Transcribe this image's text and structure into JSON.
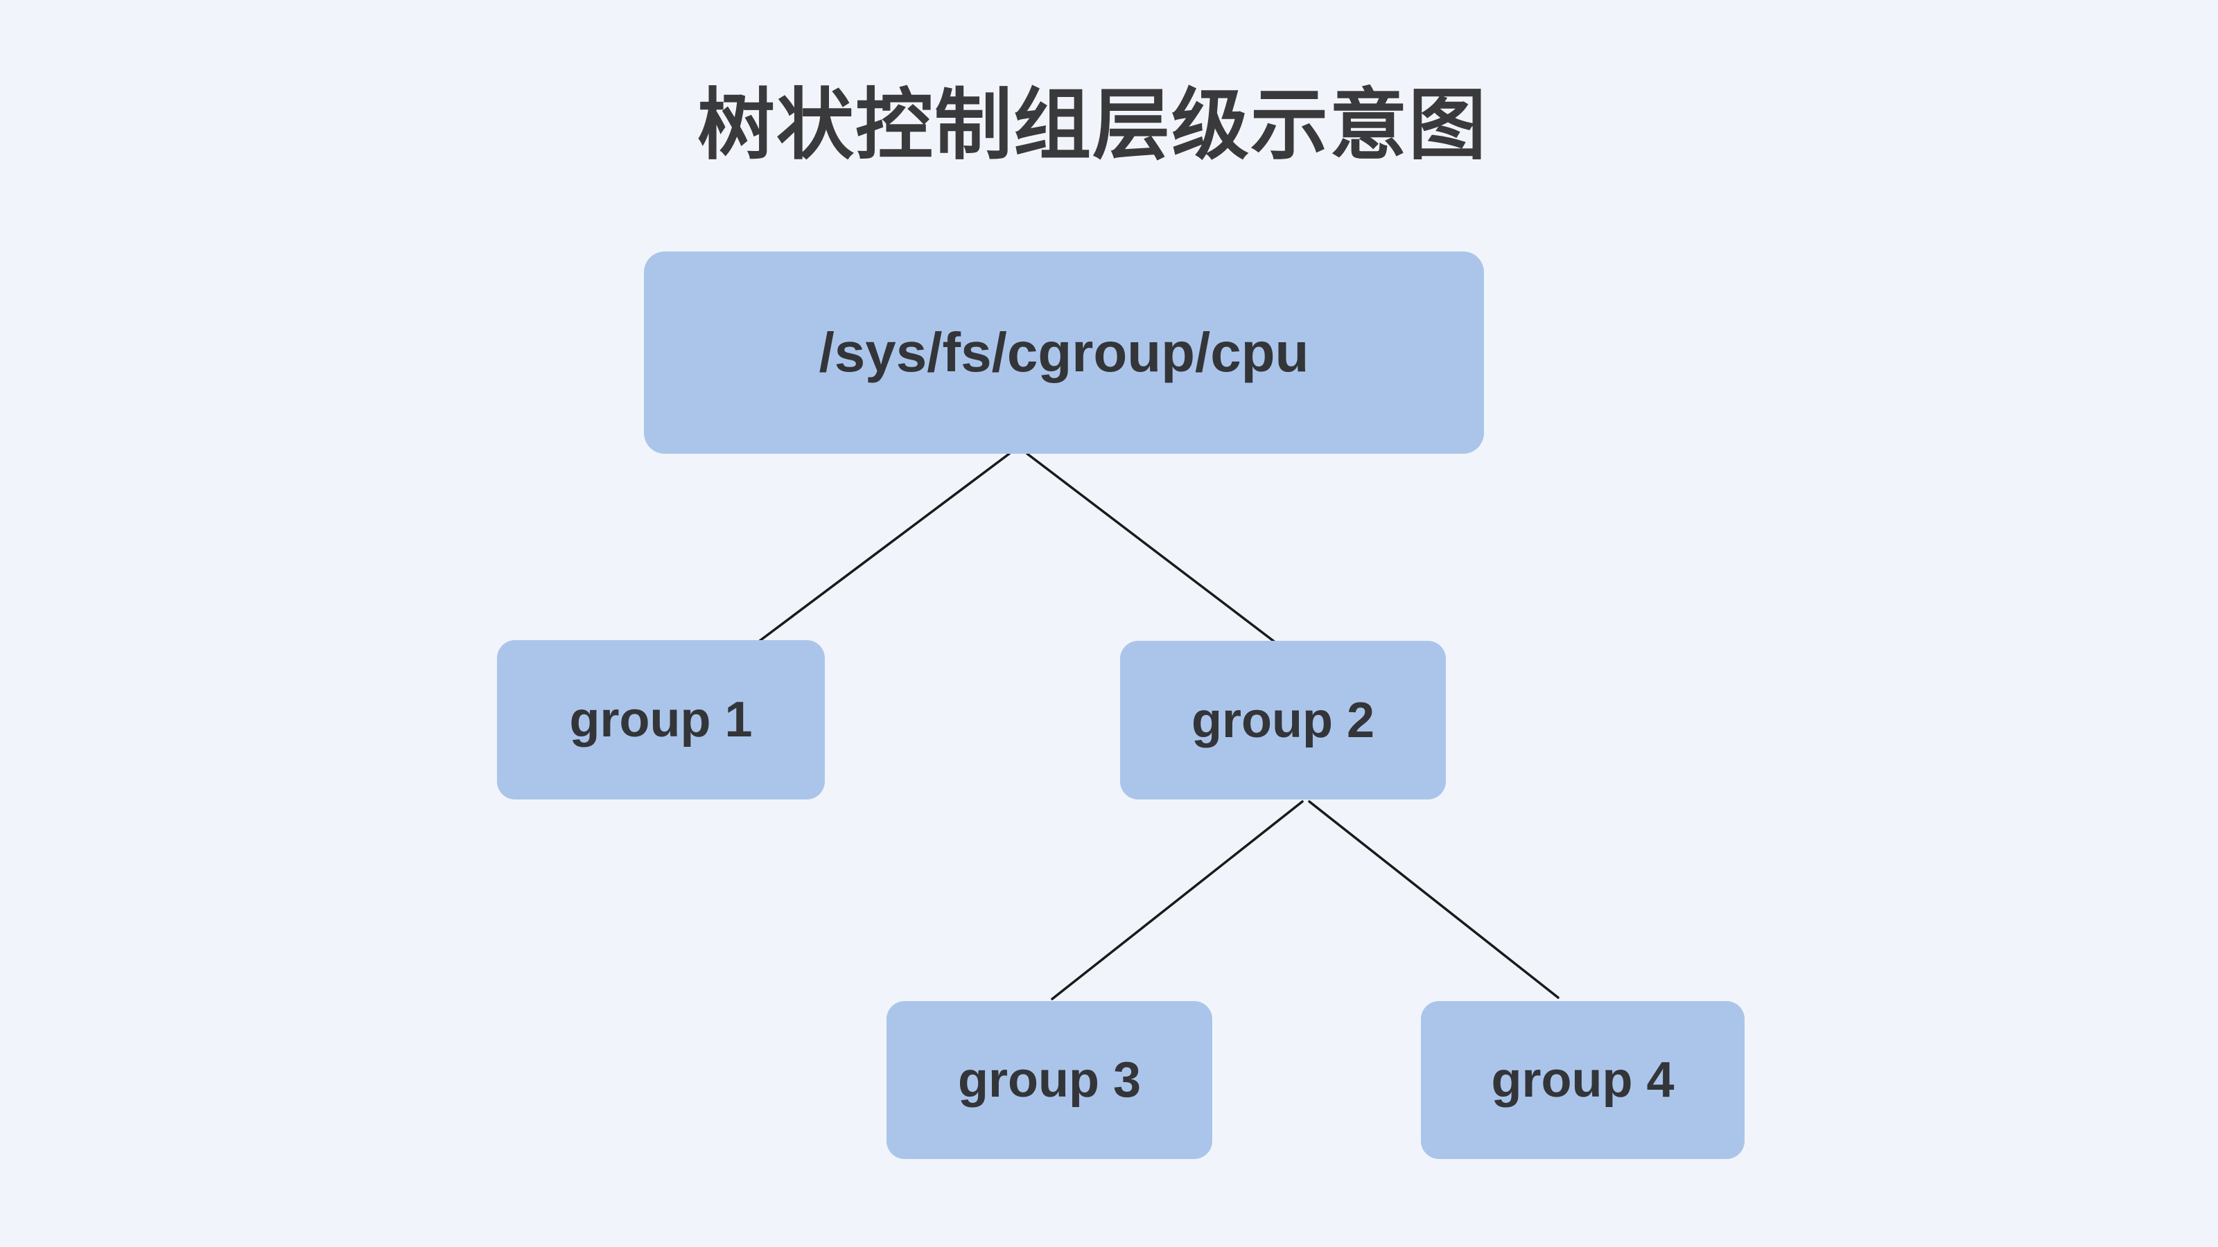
{
  "title": "树状控制组层级示意图",
  "nodes": {
    "root": {
      "label": "/sys/fs/cgroup/cpu"
    },
    "group1": {
      "label": "group 1"
    },
    "group2": {
      "label": "group 2"
    },
    "group3": {
      "label": "group 3"
    },
    "group4": {
      "label": "group 4"
    }
  },
  "edges": [
    {
      "from": "/sys/fs/cgroup/cpu",
      "to": "group 1"
    },
    {
      "from": "/sys/fs/cgroup/cpu",
      "to": "group 2"
    },
    {
      "from": "group 2",
      "to": "group 3"
    },
    {
      "from": "group 2",
      "to": "group 4"
    }
  ],
  "colors": {
    "background": "#f1f5fb",
    "node_fill": "#abc5ea",
    "node_text": "#333539",
    "title_text": "#3a3a3c",
    "edge_stroke": "#1a1a1a"
  }
}
